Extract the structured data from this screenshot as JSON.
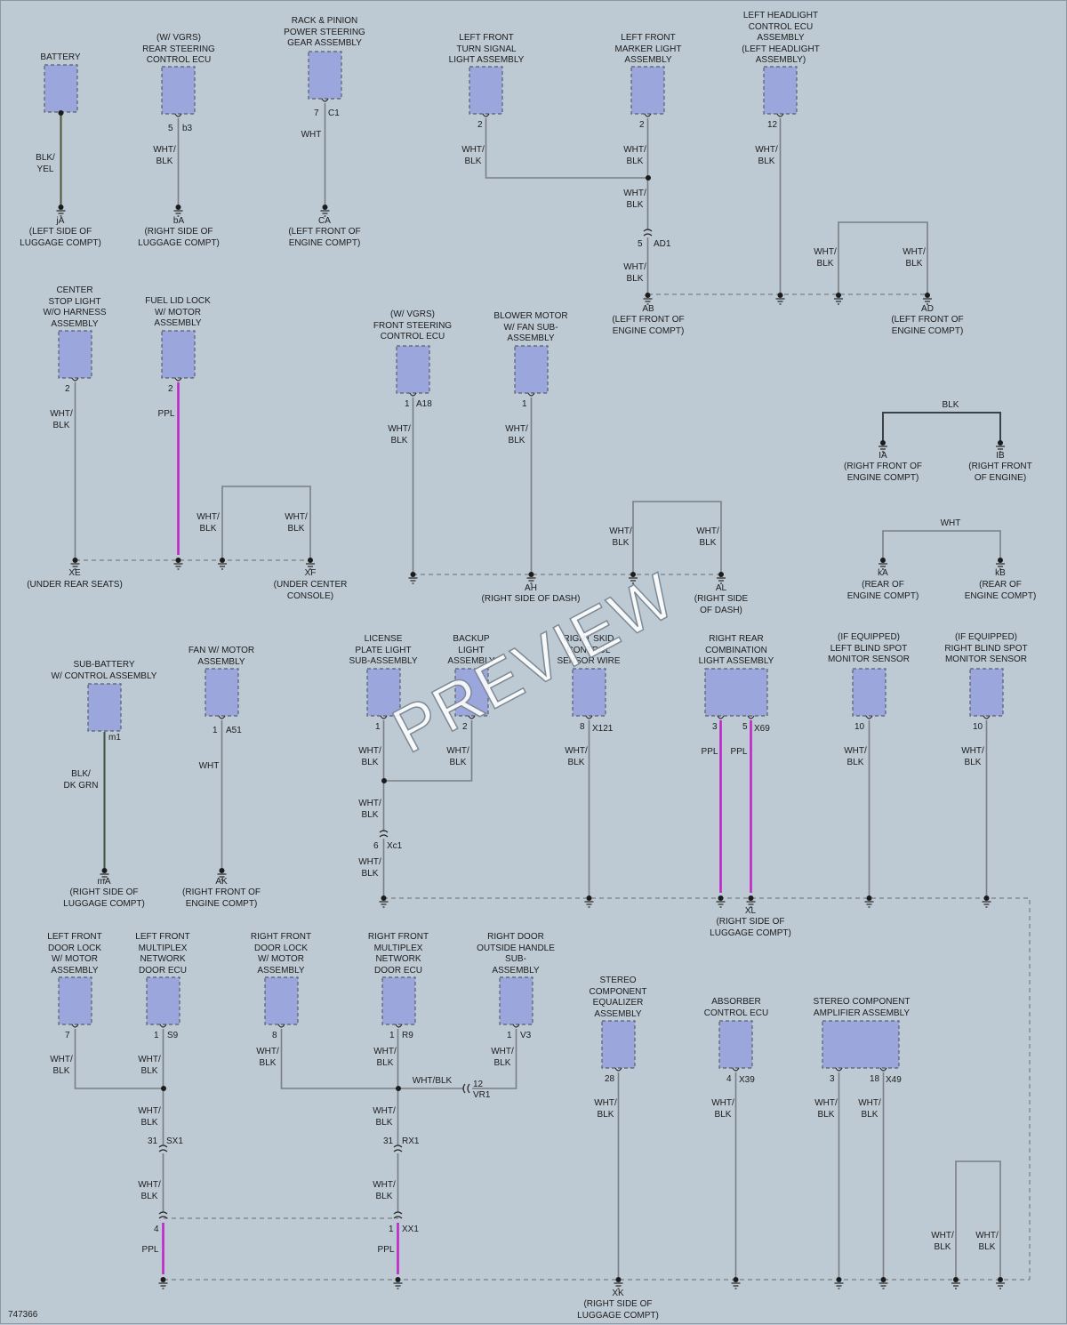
{
  "figure_id": "747366",
  "watermark": "PREVIEW",
  "colors": {
    "background": "#bdc9d3",
    "component_fill": "#9aa6dc",
    "wire": "#7a7f85",
    "ppl_wire": "#c026c9"
  },
  "components": [
    {
      "id": "battery",
      "label": "BATTERY",
      "pin": "",
      "connector": ""
    },
    {
      "id": "rear-steering-ecu",
      "label": "(W/ VGRS)\nREAR STEERING\nCONTROL ECU",
      "pin": "5",
      "connector": "b3"
    },
    {
      "id": "rack-pinion",
      "label": "RACK & PINION\nPOWER STEERING\nGEAR ASSEMBLY",
      "pin": "7",
      "connector": "C1"
    },
    {
      "id": "lf-turn-signal",
      "label": "LEFT FRONT\nTURN SIGNAL\nLIGHT ASSEMBLY",
      "pin": "2",
      "connector": ""
    },
    {
      "id": "lf-marker",
      "label": "LEFT FRONT\nMARKER LIGHT\nASSEMBLY",
      "pin": "2",
      "connector": ""
    },
    {
      "id": "left-headlight-ecu",
      "label": "LEFT HEADLIGHT\nCONTROL ECU\nASSEMBLY\n(LEFT HEADLIGHT\nASSEMBLY)",
      "pin": "12",
      "connector": ""
    },
    {
      "id": "center-stop-light",
      "label": "CENTER\nSTOP LIGHT\nW/O HARNESS\nASSEMBLY",
      "pin": "2",
      "connector": ""
    },
    {
      "id": "fuel-lid-lock",
      "label": "FUEL LID LOCK\nW/ MOTOR\nASSEMBLY",
      "pin": "2",
      "connector": ""
    },
    {
      "id": "front-steering-ecu",
      "label": "(W/ VGRS)\nFRONT STEERING\nCONTROL ECU",
      "pin": "1",
      "connector": "A18"
    },
    {
      "id": "blower-motor",
      "label": "BLOWER MOTOR\nW/ FAN SUB-\nASSEMBLY",
      "pin": "1",
      "connector": ""
    },
    {
      "id": "sub-battery",
      "label": "SUB-BATTERY\nW/ CONTROL ASSEMBLY",
      "pin": "",
      "connector": "m1"
    },
    {
      "id": "fan-motor",
      "label": "FAN W/ MOTOR\nASSEMBLY",
      "pin": "1",
      "connector": "A51"
    },
    {
      "id": "license-plate-light",
      "label": "LICENSE\nPLATE LIGHT\nSUB-ASSEMBLY",
      "pin": "1",
      "connector": ""
    },
    {
      "id": "backup-light",
      "label": "BACKUP\nLIGHT\nASSEMBLY",
      "pin": "2",
      "connector": ""
    },
    {
      "id": "skid-control-sensor",
      "label": "RIGHT SKID\nCONTROL\nSENSOR WIRE",
      "pin": "8",
      "connector": "X121"
    },
    {
      "id": "right-rear-combination",
      "label": "RIGHT REAR\nCOMBINATION\nLIGHT ASSEMBLY",
      "pin": "3",
      "pin2": "5",
      "connector": "X69"
    },
    {
      "id": "left-blind-spot",
      "label": "(IF EQUIPPED)\nLEFT BLIND SPOT\nMONITOR SENSOR",
      "pin": "10",
      "connector": ""
    },
    {
      "id": "right-blind-spot",
      "label": "(IF EQUIPPED)\nRIGHT BLIND SPOT\nMONITOR SENSOR",
      "pin": "10",
      "connector": ""
    },
    {
      "id": "lf-door-lock",
      "label": "LEFT FRONT\nDOOR LOCK\nW/ MOTOR\nASSEMBLY",
      "pin": "7",
      "connector": ""
    },
    {
      "id": "lf-multiplex-ecu",
      "label": "LEFT FRONT\nMULTIPLEX\nNETWORK\nDOOR ECU",
      "pin": "1",
      "connector": "S9"
    },
    {
      "id": "rf-door-lock",
      "label": "RIGHT FRONT\nDOOR LOCK\nW/ MOTOR\nASSEMBLY",
      "pin": "8",
      "connector": ""
    },
    {
      "id": "rf-multiplex-ecu",
      "label": "RIGHT FRONT\nMULTIPLEX\nNETWORK\nDOOR ECU",
      "pin": "1",
      "connector": "R9"
    },
    {
      "id": "rd-outside-handle",
      "label": "RIGHT DOOR\nOUTSIDE HANDLE\nSUB-\nASSEMBLY",
      "pin": "1",
      "connector": "V3"
    },
    {
      "id": "stereo-equalizer",
      "label": "STEREO\nCOMPONENT\nEQUALIZER\nASSEMBLY",
      "pin": "28",
      "connector": ""
    },
    {
      "id": "absorber-ecu",
      "label": "ABSORBER\nCONTROL ECU",
      "pin": "4",
      "connector": "X39"
    },
    {
      "id": "stereo-amplifier",
      "label": "STEREO COMPONENT\nAMPLIFIER ASSEMBLY",
      "pin": "3",
      "pin2": "18",
      "connector": "X49"
    }
  ],
  "grounds": [
    {
      "id": "jA",
      "code": "jA",
      "location": "(LEFT SIDE OF\nLUGGAGE COMPT)"
    },
    {
      "id": "bA",
      "code": "bA",
      "location": "(RIGHT SIDE OF\nLUGGAGE COMPT)"
    },
    {
      "id": "CA",
      "code": "CA",
      "location": "(LEFT FRONT OF\nENGINE COMPT)"
    },
    {
      "id": "AB",
      "code": "AB",
      "location": "(LEFT FRONT OF\nENGINE COMPT)"
    },
    {
      "id": "AD",
      "code": "AD",
      "location": "(LEFT FRONT OF\nENGINE COMPT)"
    },
    {
      "id": "XE",
      "code": "XE",
      "location": "(UNDER REAR SEATS)"
    },
    {
      "id": "XF",
      "code": "XF",
      "location": "(UNDER CENTER\nCONSOLE)"
    },
    {
      "id": "AH",
      "code": "AH",
      "location": "(RIGHT SIDE OF DASH)"
    },
    {
      "id": "AL",
      "code": "AL",
      "location": "(RIGHT SIDE\nOF DASH)"
    },
    {
      "id": "IA",
      "code": "IA",
      "location": "(RIGHT FRONT OF\nENGINE COMPT)"
    },
    {
      "id": "IB",
      "code": "IB",
      "location": "(RIGHT FRONT\nOF ENGINE)"
    },
    {
      "id": "kA",
      "code": "kA",
      "location": "(REAR OF\nENGINE COMPT)"
    },
    {
      "id": "kB",
      "code": "kB",
      "location": "(REAR OF\nENGINE COMPT)"
    },
    {
      "id": "mA",
      "code": "mA",
      "location": "(RIGHT SIDE OF\nLUGGAGE COMPT)"
    },
    {
      "id": "AK",
      "code": "AK",
      "location": "(RIGHT FRONT OF\nENGINE COMPT)"
    },
    {
      "id": "XL",
      "code": "XL",
      "location": "(RIGHT SIDE OF\nLUGGAGE COMPT)"
    },
    {
      "id": "XK",
      "code": "XK",
      "location": "(RIGHT SIDE OF\nLUGGAGE COMPT)"
    }
  ],
  "wire_colors": {
    "blk_yel": "BLK/\nYEL",
    "wht_blk": "WHT/\nBLK",
    "wht": "WHT",
    "ppl": "PPL",
    "blk": "BLK",
    "blk_dkgrn": "BLK/\nDK GRN",
    "wht_blk_inline": "WHT/BLK"
  },
  "connectors": [
    {
      "id": "AD1",
      "pin": "5",
      "name": "AD1"
    },
    {
      "id": "Xc1",
      "pin": "6",
      "name": "Xc1"
    },
    {
      "id": "SX1",
      "pin": "31",
      "name": "SX1"
    },
    {
      "id": "RX1",
      "pin": "31",
      "name": "RX1"
    },
    {
      "id": "VR1",
      "pin": "12",
      "name": "VR1"
    },
    {
      "id": "XX1-left",
      "pin": "4",
      "name": ""
    },
    {
      "id": "XX1",
      "pin": "1",
      "name": "XX1"
    }
  ]
}
